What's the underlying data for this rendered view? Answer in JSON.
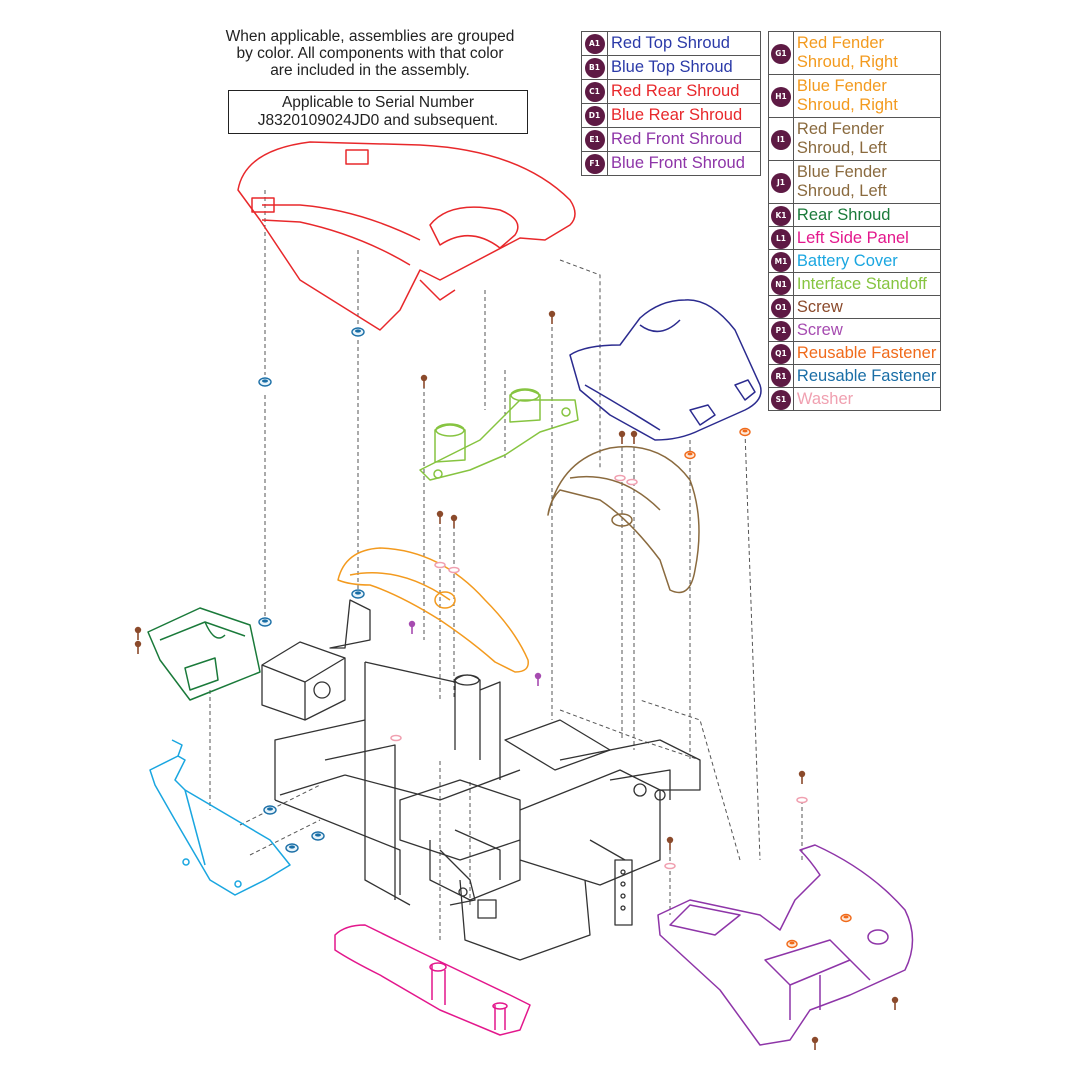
{
  "note": {
    "lines": [
      "When applicable, assemblies are grouped",
      "by color. All components with that color",
      "are included in the assembly."
    ]
  },
  "serial": {
    "lines": [
      "Applicable to Serial Number",
      "J8320109024JD0 and subsequent."
    ]
  },
  "legend_left": [
    {
      "id": "A1",
      "lines": [
        "Red Top Shroud"
      ],
      "color": "#2b3aa8"
    },
    {
      "id": "B1",
      "lines": [
        "Blue Top Shroud"
      ],
      "color": "#2b3aa8"
    },
    {
      "id": "C1",
      "lines": [
        "Red Rear Shroud"
      ],
      "color": "#e8282b"
    },
    {
      "id": "D1",
      "lines": [
        "Blue Rear Shroud"
      ],
      "color": "#e8282b"
    },
    {
      "id": "E1",
      "lines": [
        "Red Front Shroud"
      ],
      "color": "#8e35a8"
    },
    {
      "id": "F1",
      "lines": [
        "Blue Front Shroud"
      ],
      "color": "#8e35a8"
    }
  ],
  "legend_right": [
    {
      "id": "G1",
      "lines": [
        "Red Fender",
        "Shroud, Right"
      ],
      "color": "#f39a1e"
    },
    {
      "id": "H1",
      "lines": [
        "Blue Fender",
        "Shroud, Right"
      ],
      "color": "#f39a1e"
    },
    {
      "id": "I1",
      "lines": [
        "Red Fender",
        "Shroud, Left"
      ],
      "color": "#8a6a3e"
    },
    {
      "id": "J1",
      "lines": [
        "Blue Fender",
        "Shroud, Left"
      ],
      "color": "#8a6a3e"
    },
    {
      "id": "K1",
      "lines": [
        "Rear Shroud"
      ],
      "color": "#1a7a3a"
    },
    {
      "id": "L1",
      "lines": [
        "Left Side Panel"
      ],
      "color": "#e3178c"
    },
    {
      "id": "M1",
      "lines": [
        "Battery Cover"
      ],
      "color": "#1aa6e0"
    },
    {
      "id": "N1",
      "lines": [
        "Interface Standoff"
      ],
      "color": "#86c440"
    },
    {
      "id": "O1",
      "lines": [
        "Screw"
      ],
      "color": "#8b4a2b"
    },
    {
      "id": "P1",
      "lines": [
        "Screw"
      ],
      "color": "#a64bb0"
    },
    {
      "id": "Q1",
      "lines": [
        "Reusable Fastener"
      ],
      "color": "#f06a1a"
    },
    {
      "id": "R1",
      "lines": [
        "Reusable Fastener"
      ],
      "color": "#1a6ea6"
    },
    {
      "id": "S1",
      "lines": [
        "Washer"
      ],
      "color": "#f0a0b0"
    }
  ],
  "part_colors": {
    "frame": "#333333",
    "top_shroud": "#e8282b",
    "tray": "#2b2b8f",
    "standoff": "#86c440",
    "fender_left": "#8a6a3e",
    "fender_right": "#f39a1e",
    "rear_shroud": "#1a7a3a",
    "battery_cover": "#1aa6e0",
    "side_panel": "#e3178c",
    "front_shroud": "#8e35a8",
    "screw": "#8b4a2b",
    "washer": "#f0a0b0",
    "fastener_a": "#1a6ea6",
    "fastener_b": "#f06a1a"
  }
}
